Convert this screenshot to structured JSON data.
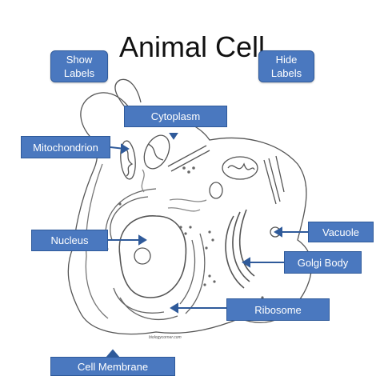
{
  "title": "Animal Cell",
  "buttons": {
    "show": [
      "Show",
      "Labels"
    ],
    "hide": [
      "Hide",
      "Labels"
    ]
  },
  "labels": {
    "cytoplasm": "Cytoplasm",
    "mitochondrion": "Mitochondrion",
    "nucleus": "Nucleus",
    "vacuole": "Vacuole",
    "golgi_body": "Golgi Body",
    "ribosome": "Ribosome",
    "cell_membrane": "Cell Membrane"
  },
  "credit": "biologycorner.com",
  "colors": {
    "label_fill": "#4a78bf",
    "label_border": "#2f5a9a",
    "arrow": "#2f5a9a"
  }
}
